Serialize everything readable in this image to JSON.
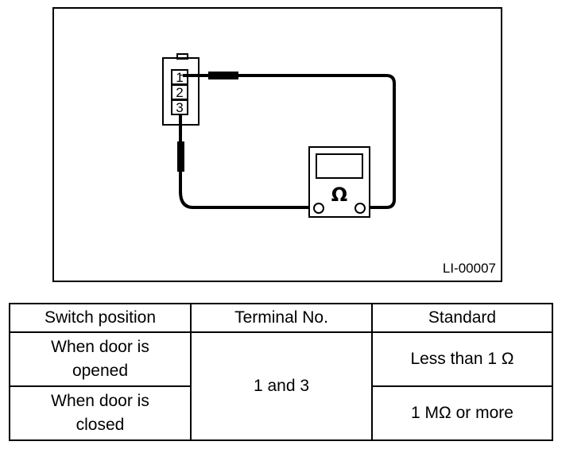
{
  "diagram": {
    "connector_pins": [
      "1",
      "2",
      "3"
    ],
    "meter_symbol": "Ω",
    "figure_id": "LI-00007"
  },
  "table": {
    "headers": [
      "Switch position",
      "Terminal No.",
      "Standard"
    ],
    "rows": [
      {
        "position_line1": "When door is",
        "position_line2": "opened",
        "standard": "Less than 1 Ω"
      },
      {
        "position_line1": "When door is",
        "position_line2": "closed",
        "standard": "1 MΩ or more"
      }
    ],
    "terminal": "1 and 3"
  }
}
